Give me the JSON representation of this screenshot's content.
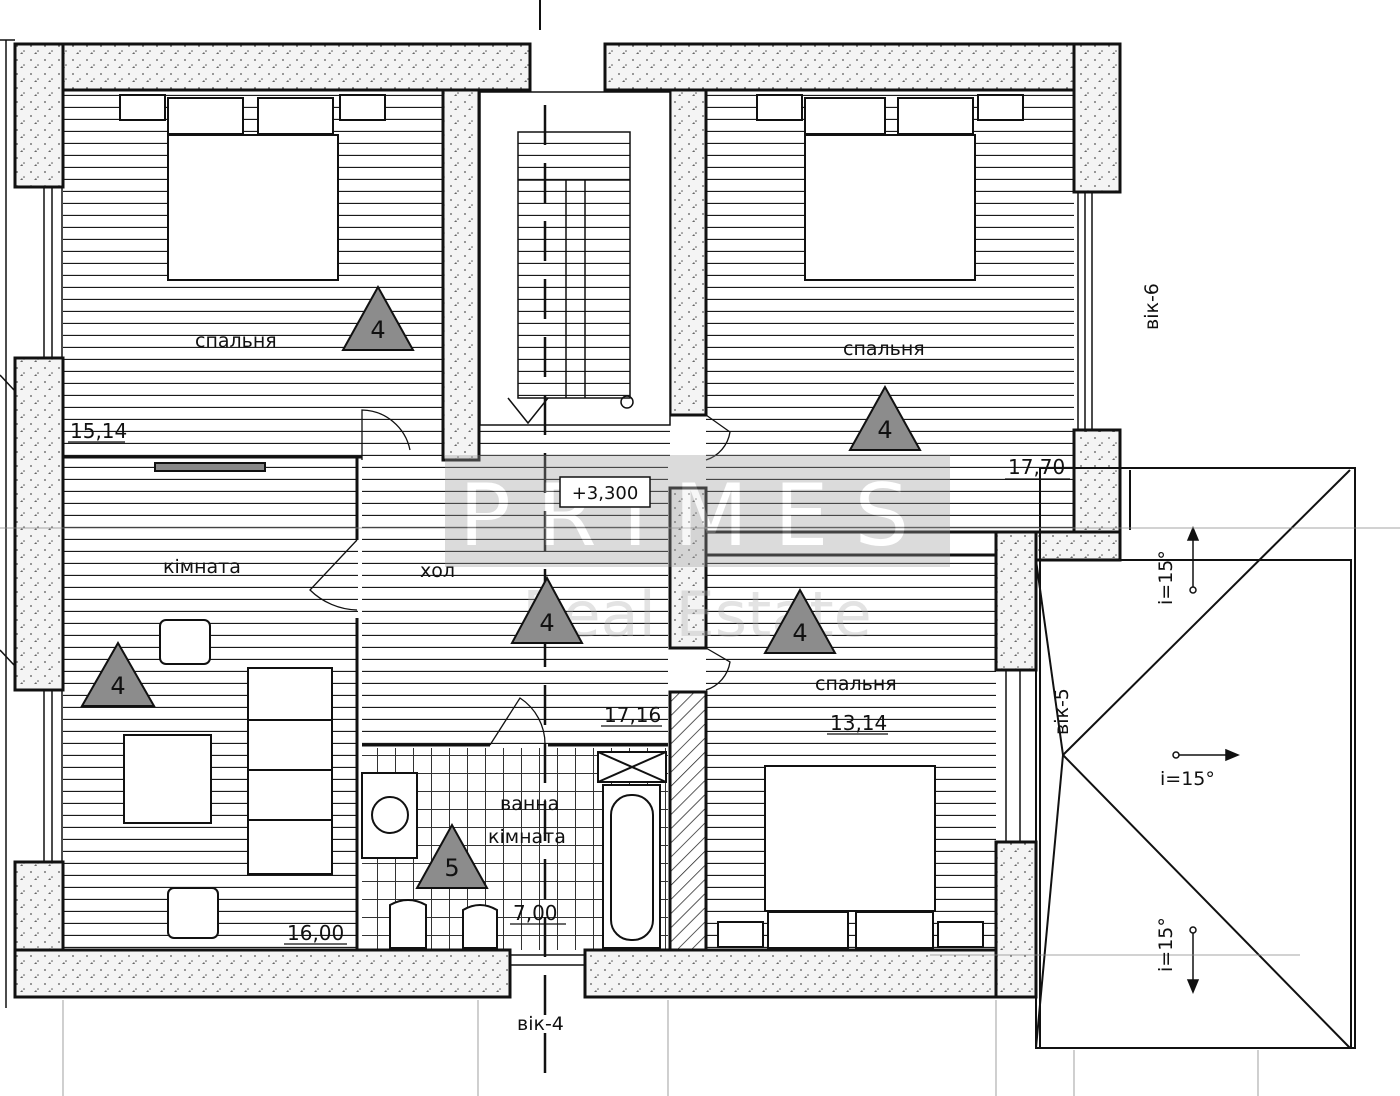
{
  "rooms": {
    "bedroom_nw": {
      "name": "спальня",
      "area": "15,14",
      "finish": "4"
    },
    "bedroom_ne": {
      "name": "спальня",
      "area": "17,70",
      "finish": "4"
    },
    "bedroom_se": {
      "name": "спальня",
      "area": "13,14",
      "finish": "4"
    },
    "room_w": {
      "name": "кімната",
      "area": "16,00",
      "finish": "4"
    },
    "hall": {
      "name": "хол",
      "area": "17,16",
      "finish": "4"
    },
    "bath": {
      "name_line1": "ванна",
      "name_line2": "кімната",
      "area": "7,00",
      "finish": "5"
    }
  },
  "level_mark": "+3,300",
  "windows": {
    "north_east": "вік-6",
    "east": "вік-5",
    "south": "вік-4"
  },
  "slopes": {
    "top": "i=15°",
    "middle": "i=15°",
    "bottom": "i=15°"
  },
  "watermark": {
    "line1": "PRIMES",
    "line2": "Real Estate"
  }
}
